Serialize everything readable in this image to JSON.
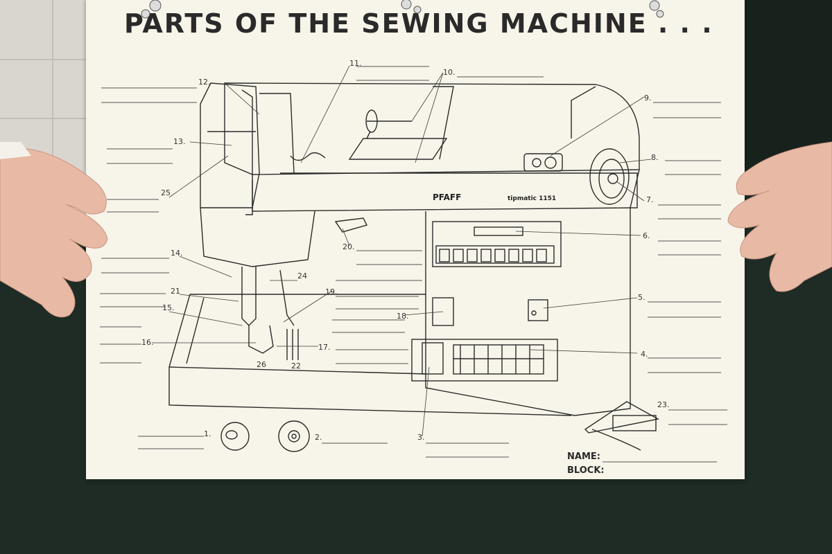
{
  "worksheet": {
    "title": "PARTS OF THE SEWING MACHINE . . .",
    "brand": "PFAFF",
    "model": "tipmatic 1151",
    "name_label": "NAME:",
    "block_label": "BLOCK:"
  },
  "part_numbers": [
    "1.",
    "2.",
    "3.",
    "4.",
    "5.",
    "6.",
    "7.",
    "8.",
    "9.",
    "10.",
    "11.",
    "12.",
    "13.",
    "14.",
    "15.",
    "16.",
    "17.",
    "18.",
    "19.",
    "20.",
    "21",
    "22",
    "23.",
    "24",
    "25",
    "26"
  ]
}
